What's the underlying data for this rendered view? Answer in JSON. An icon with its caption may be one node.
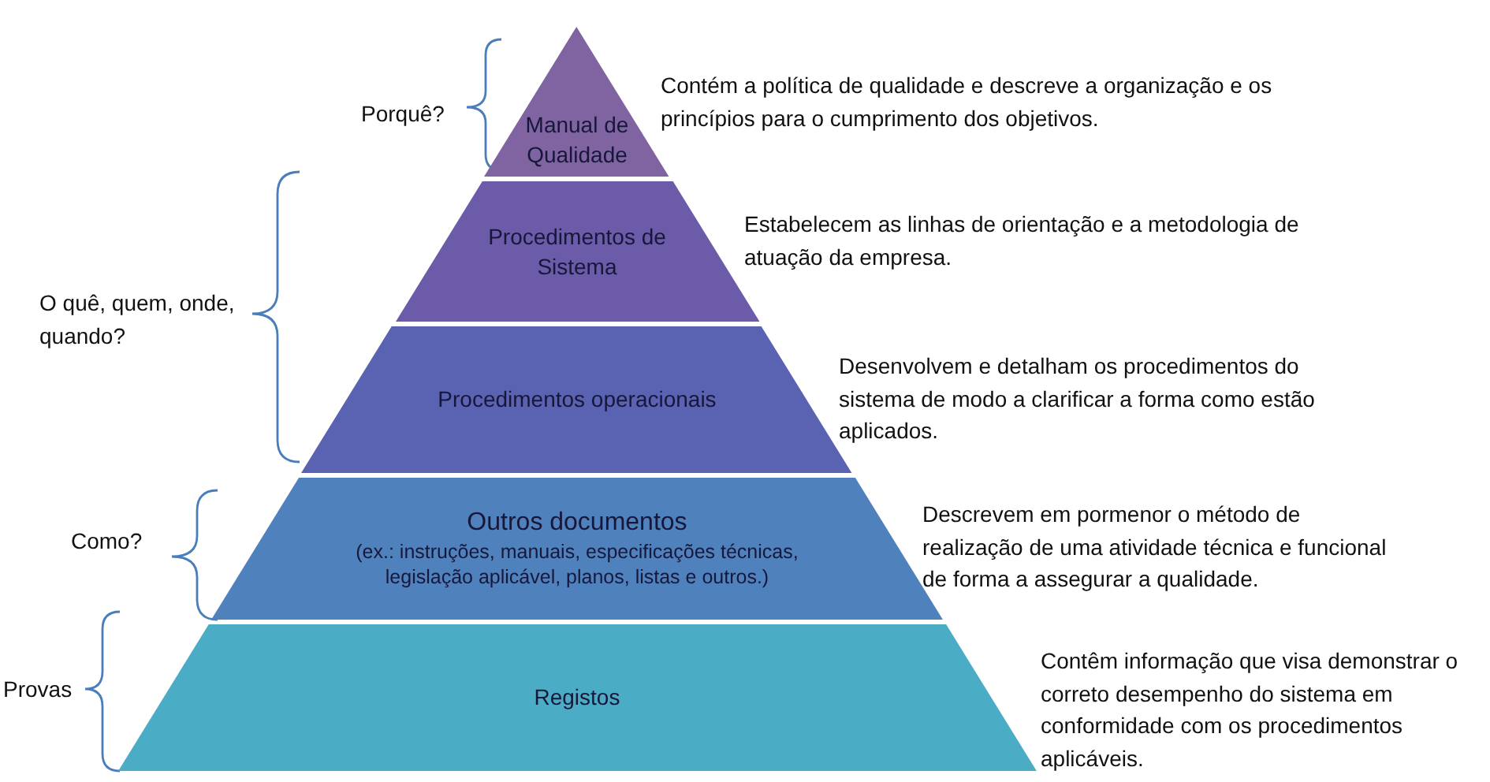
{
  "diagram": {
    "nodes": [
      {
        "text": [
          "Manual de Qualidade"
        ],
        "beside": [
          "Contém a política de qualidade e descreve a organização e os princípios para o cumprimento dos objetivos."
        ]
      },
      {
        "text": [
          "Procedimentos de Sistema"
        ],
        "beside": [
          "Estabelecem as linhas de orientação e a metodologia de atuação da empresa."
        ]
      },
      {
        "text": [
          "Procedimentos operacionais"
        ],
        "beside": [
          "Desenvolvem e detalham os procedimentos do sistema de modo a clarificar a forma como estão aplicados."
        ]
      },
      {
        "text": [
          "Outros documentos",
          "(ex.: instruções, manuais, especificações técnicas, legislação aplicável, planos, listas e outros.)"
        ],
        "beside": [
          "Descrevem em pormenor o método de realização de uma atividade técnica e funcional de forma a assegurar a qualidade."
        ]
      },
      {
        "text": [
          "Registos"
        ],
        "beside": [
          "Contêm informação que visa demonstrar o correto desempenho do sistema em conformidade com os procedimentos aplicáveis."
        ]
      }
    ],
    "labels": [
      "Porquê?",
      "O quê, quem, onde, quando?",
      "Como?",
      "Provas"
    ]
  }
}
